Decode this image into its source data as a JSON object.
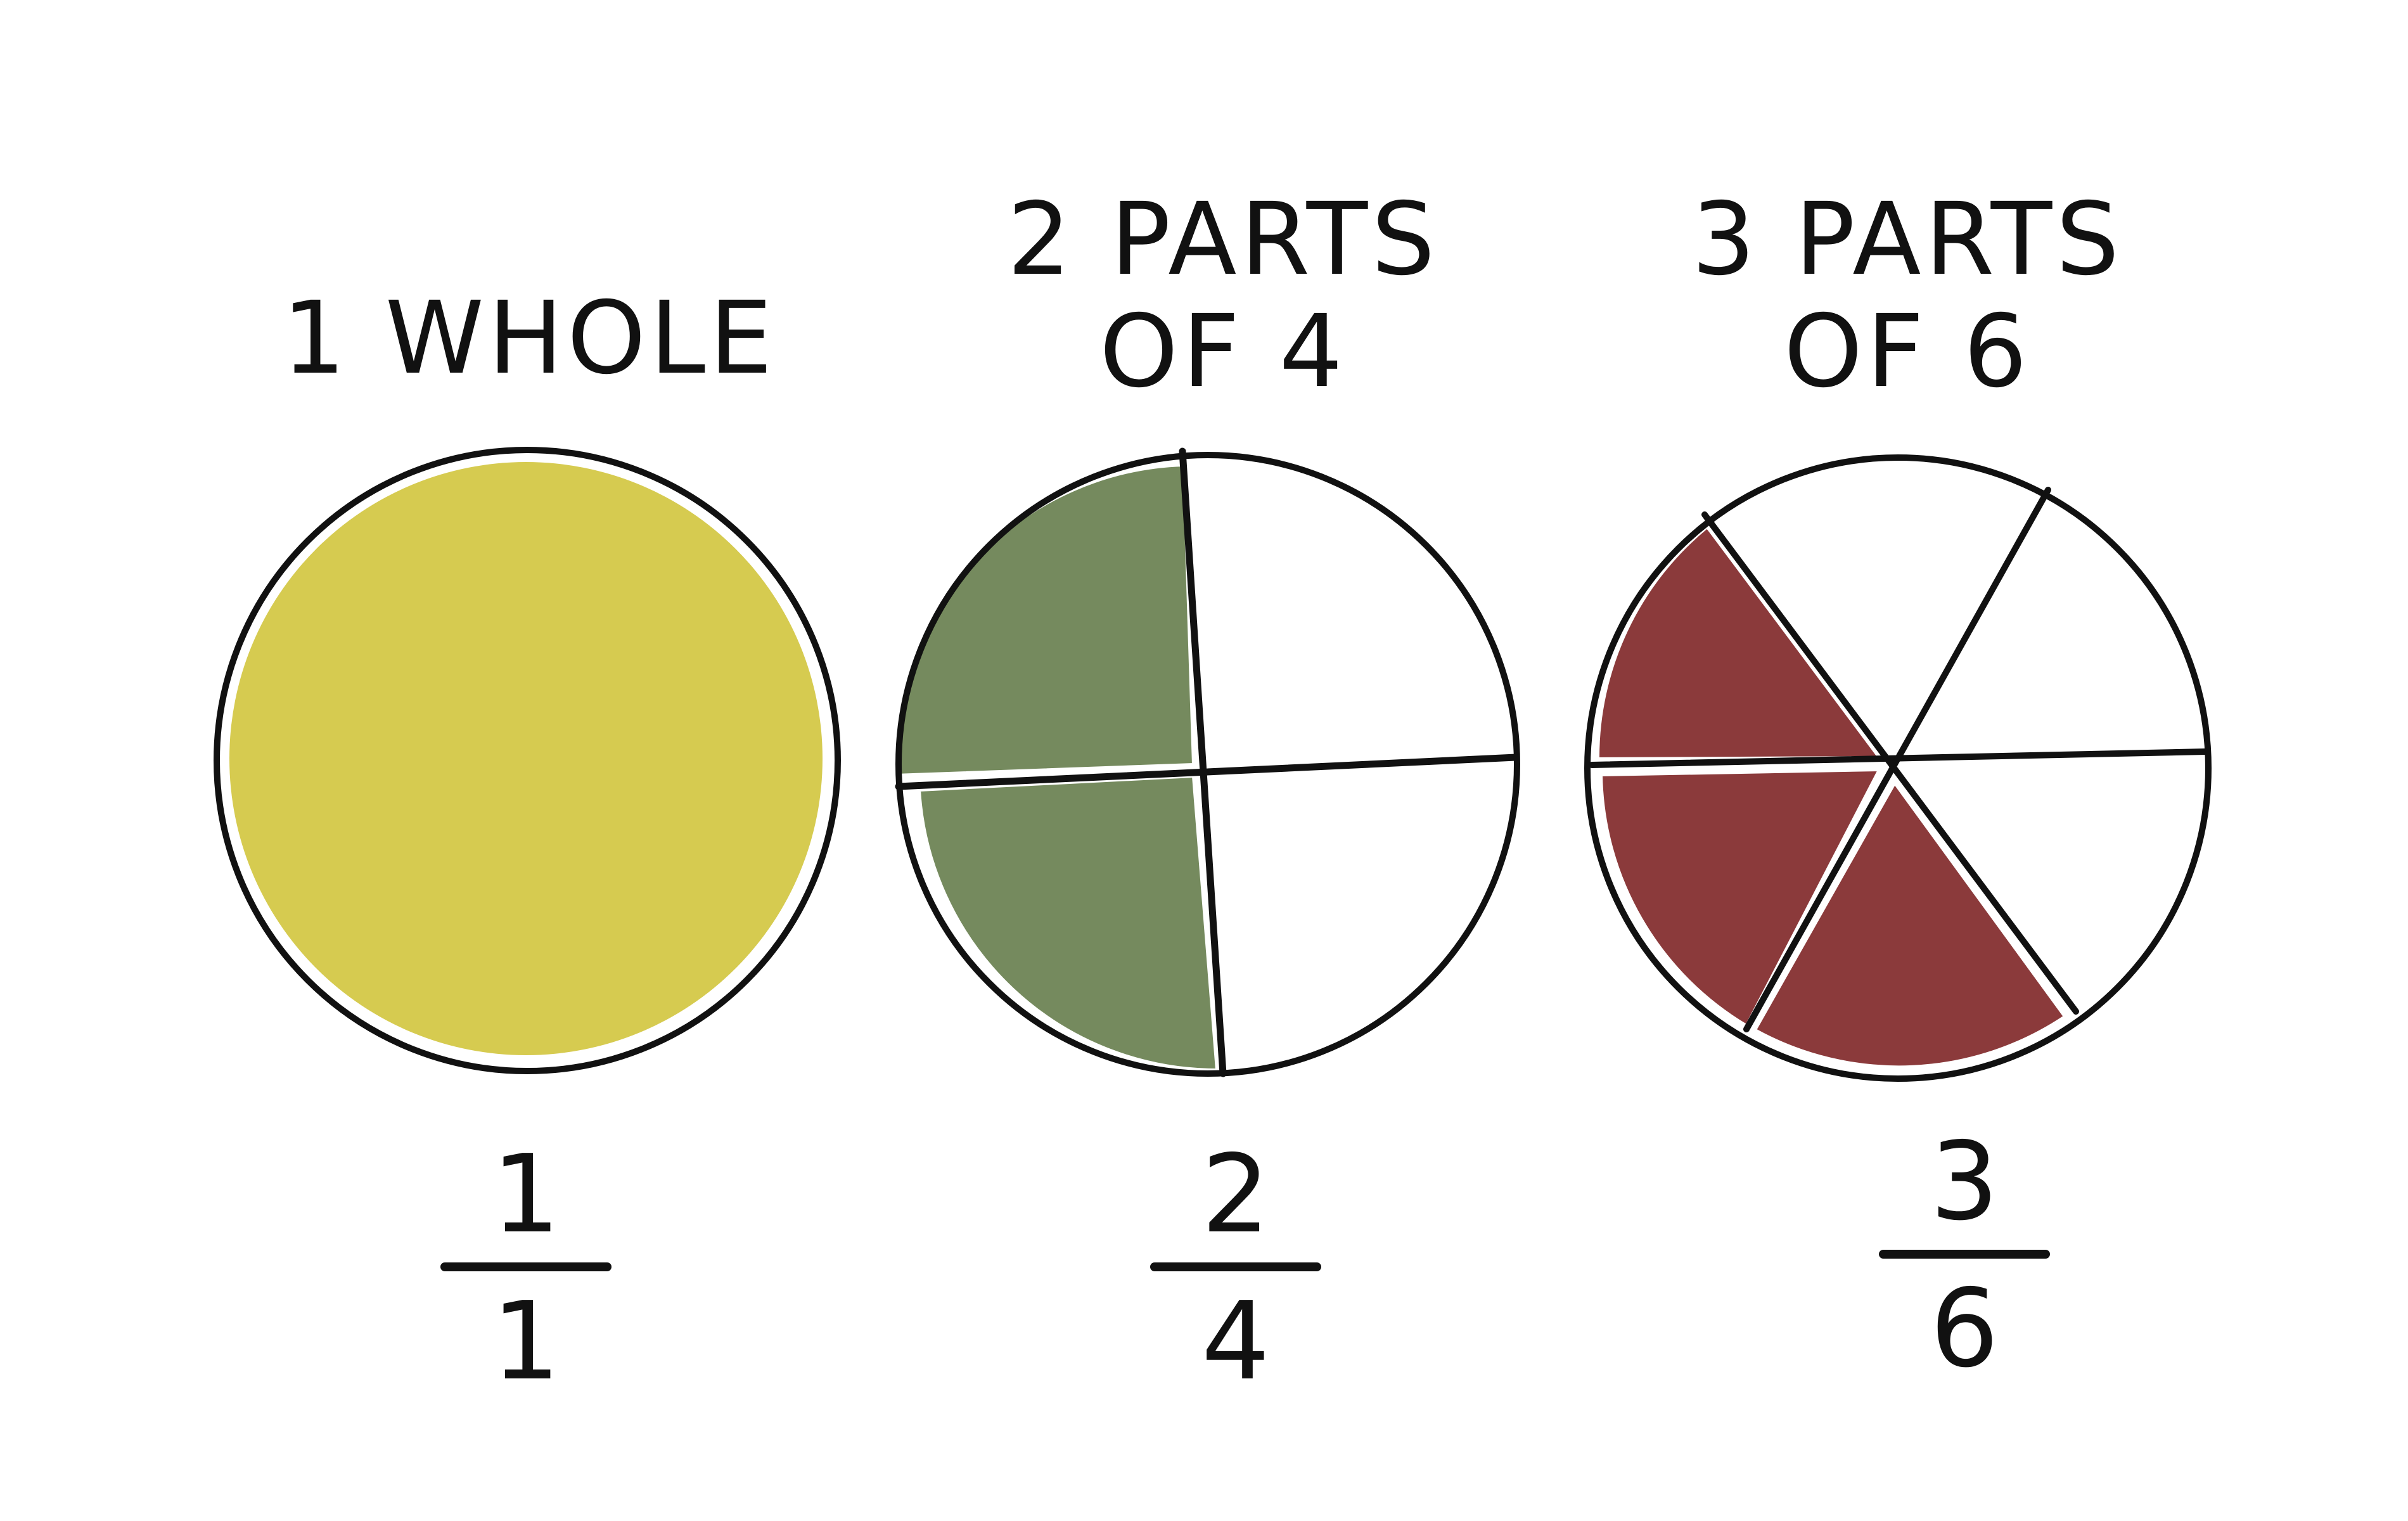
{
  "captions": {
    "whole": "1 WHOLE",
    "quarters": "2 PARTS\nOF 4",
    "sixths": "3 PARTS\nOF 6"
  },
  "fractions": {
    "whole": {
      "numerator": "1",
      "denominator": "1"
    },
    "quarters": {
      "numerator": "2",
      "denominator": "4"
    },
    "sixths": {
      "numerator": "3",
      "denominator": "6"
    }
  },
  "colors": {
    "whole_fill": "#d6cb50",
    "quarters_fill": "#758a5e",
    "sixths_fill": "#8b3a3b",
    "outline": "#111111",
    "background": "#ffffff"
  },
  "circles": [
    {
      "id": "whole",
      "parts": 1,
      "shaded": 1
    },
    {
      "id": "quarters",
      "parts": 4,
      "shaded": 2
    },
    {
      "id": "sixths",
      "parts": 6,
      "shaded": 3
    }
  ]
}
